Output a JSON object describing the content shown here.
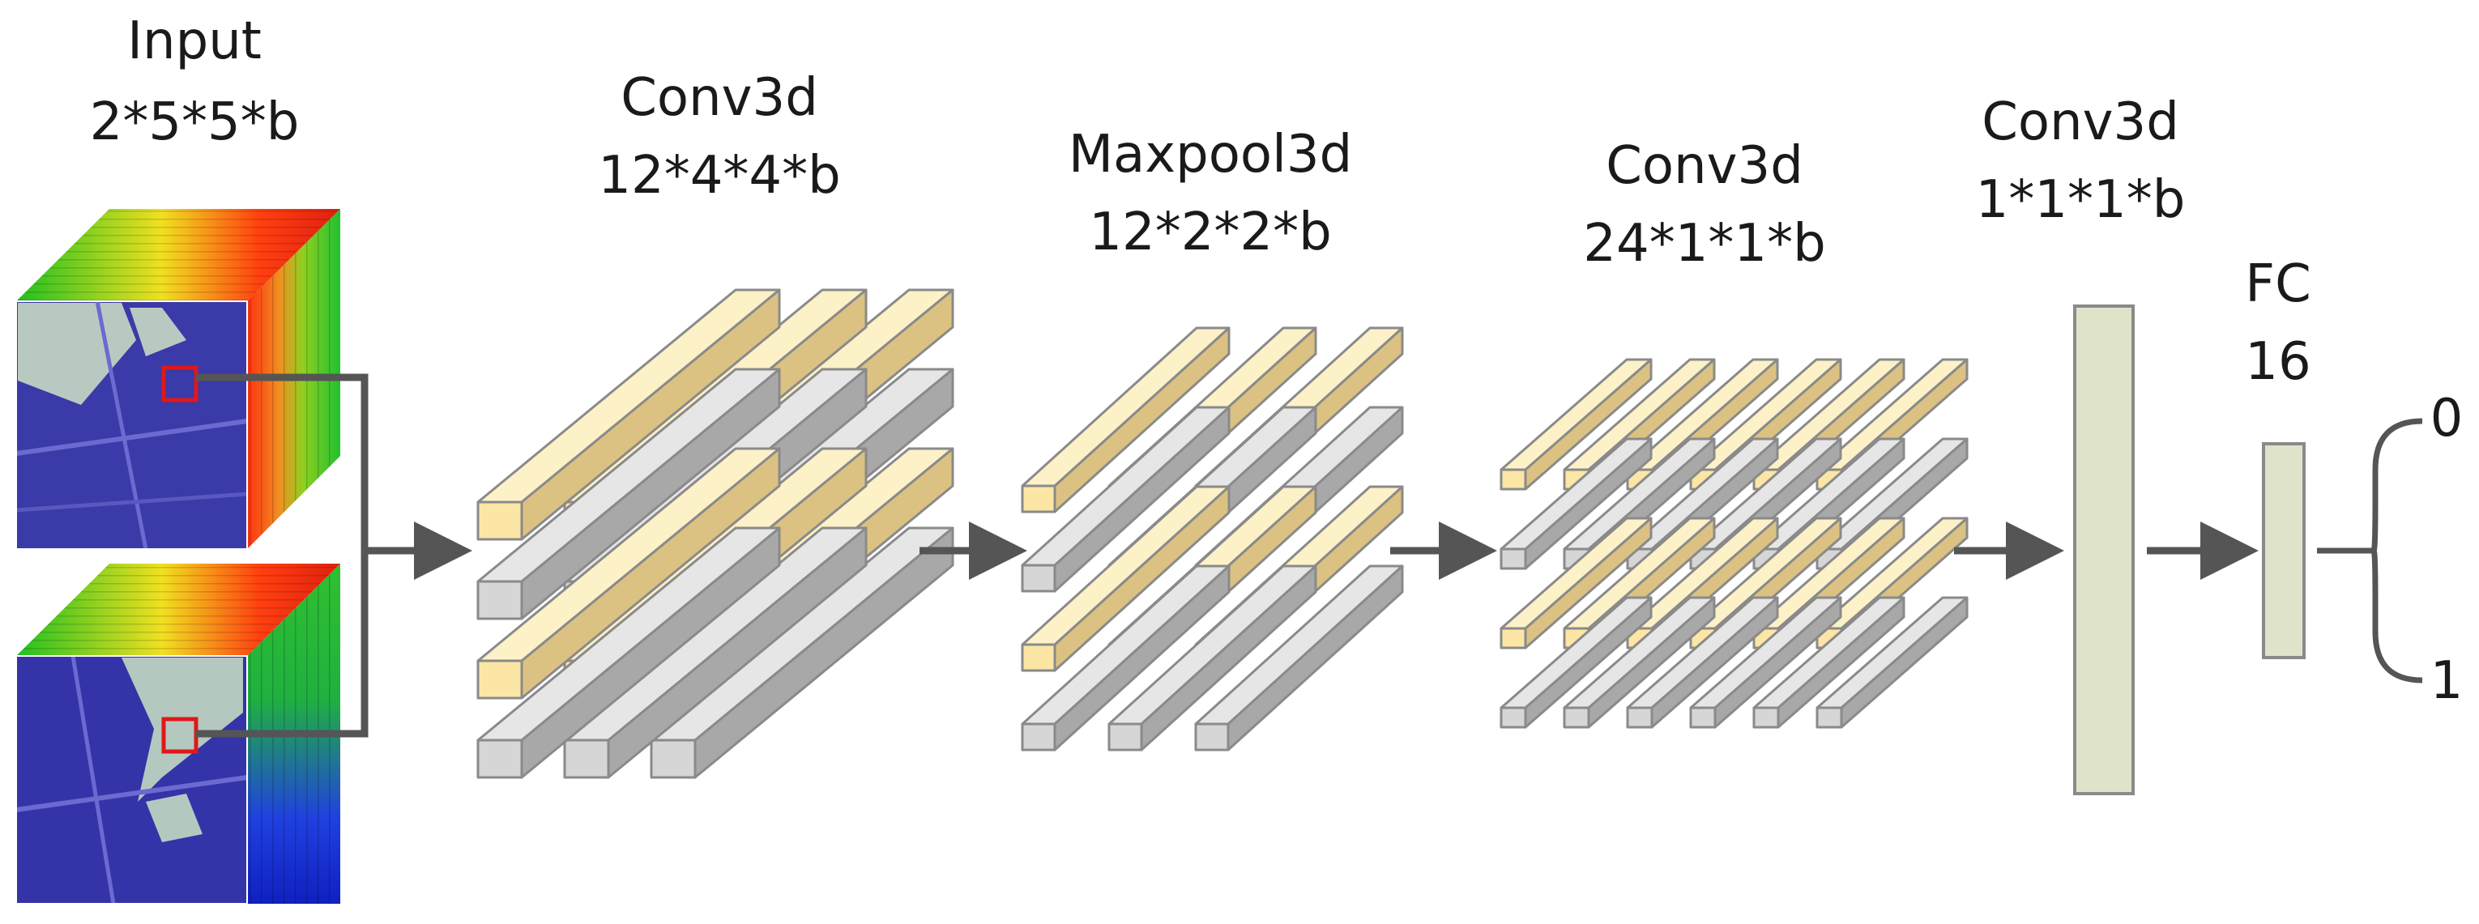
{
  "stages": [
    {
      "id": "input",
      "title": "Input",
      "shape": "2*5*5*b"
    },
    {
      "id": "conv1",
      "title": "Conv3d",
      "shape": "12*4*4*b"
    },
    {
      "id": "pool1",
      "title": "Maxpool3d",
      "shape": "12*2*2*b"
    },
    {
      "id": "conv2",
      "title": "Conv3d",
      "shape": "24*1*1*b"
    },
    {
      "id": "conv3",
      "title": "Conv3d",
      "shape": "1*1*1*b"
    },
    {
      "id": "fc",
      "title": "FC",
      "shape": "16"
    }
  ],
  "outputs": [
    "0",
    "1"
  ],
  "colors": {
    "yellow_front": "#fbe6a6",
    "yellow_top": "#fdf1c8",
    "yellow_side": "#dcc282",
    "gray_front": "#d6d6d6",
    "gray_top": "#e6e6e6",
    "gray_side": "#a8a8a8",
    "edge": "#8a8a8a",
    "layer_fill": "#dfe3c9",
    "arrow": "#555555",
    "highlight": "#e01818"
  }
}
